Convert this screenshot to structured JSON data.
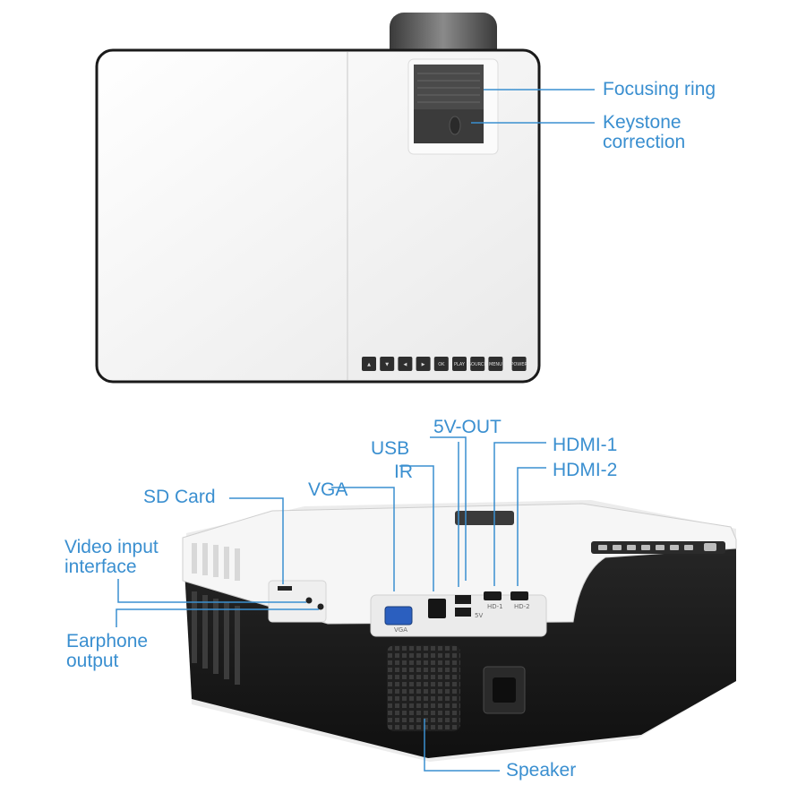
{
  "top_view": {
    "labels": {
      "focusing_ring": "Focusing ring",
      "keystone_line1": "Keystone",
      "keystone_line2": "correction"
    },
    "buttons": [
      {
        "name": "up",
        "glyph": "▲"
      },
      {
        "name": "down",
        "glyph": "▼"
      },
      {
        "name": "left",
        "glyph": "◀"
      },
      {
        "name": "right",
        "glyph": "▶"
      },
      {
        "name": "ok",
        "text": "OK"
      },
      {
        "name": "play",
        "text": "PLAY"
      },
      {
        "name": "source",
        "text": "SOURCE"
      },
      {
        "name": "menu",
        "text": "MENU"
      },
      {
        "name": "power",
        "text": "POWER"
      }
    ]
  },
  "back_view": {
    "labels": {
      "five_v_out": "5V-OUT",
      "usb": "USB",
      "ir": "IR",
      "vga": "VGA",
      "hdmi1": "HDMI-1",
      "hdmi2": "HDMI-2",
      "sd_card": "SD Card",
      "video_input_line1": "Video input",
      "video_input_line2": "interface",
      "earphone_line1": "Earphone",
      "earphone_line2": "output",
      "speaker": "Speaker"
    },
    "port_labels": {
      "vga": "VGA",
      "five_v": "5V",
      "hd1": "HD-1",
      "hd2": "HD-2"
    }
  },
  "colors": {
    "accent": "#3a8fd0",
    "body_white": "#f2f2f2",
    "body_black": "#1c1c1c"
  }
}
